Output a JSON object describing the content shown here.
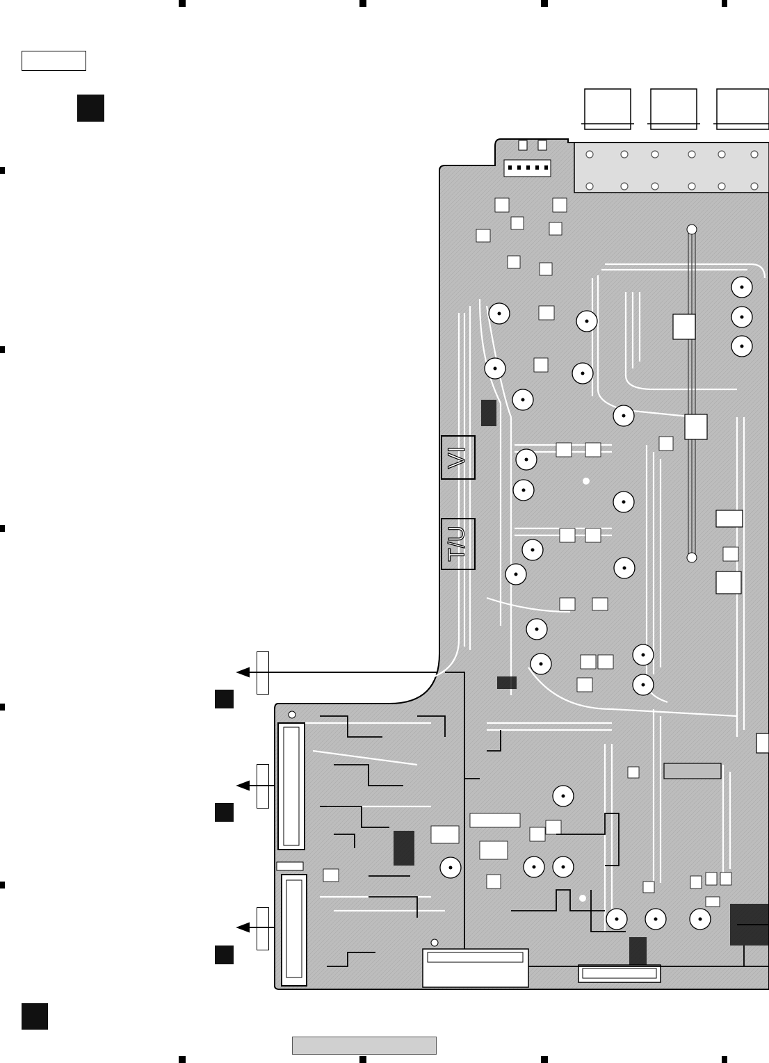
{
  "page": {
    "header_box_label": "",
    "footer_label": ""
  },
  "board": {
    "silkscreen_texts": [
      "VI",
      "T/U"
    ]
  },
  "connectors": {
    "arrow_labels": [
      "",
      "",
      ""
    ]
  },
  "colors": {
    "board_fill": "#bdbdbd",
    "trace": "#ffffff",
    "outline": "#000000",
    "footer_fill": "#d0d0d0"
  },
  "icons": [
    "registration-mark",
    "connector-arrow",
    "electrolytic-capacitor",
    "ic-chip",
    "rca-jack"
  ]
}
